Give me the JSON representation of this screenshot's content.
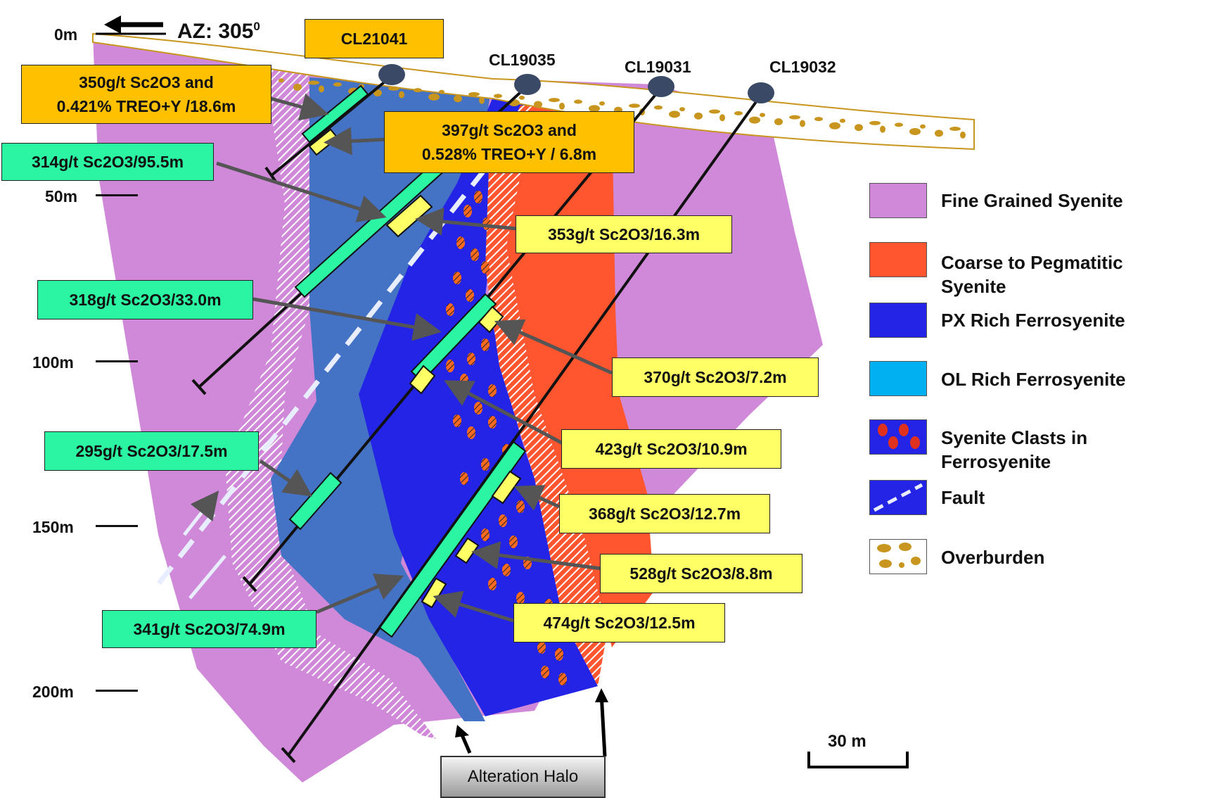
{
  "header": {
    "zero_label": "0m",
    "azimuth_label": "AZ: 305",
    "azimuth_sup": "0"
  },
  "depth_scale": [
    "50m",
    "100m",
    "150m",
    "200m"
  ],
  "drill_holes": [
    {
      "name": "CL21041",
      "highlighted": true
    },
    {
      "name": "CL19035",
      "highlighted": false
    },
    {
      "name": "CL19031",
      "highlighted": false
    },
    {
      "name": "CL19032",
      "highlighted": false
    }
  ],
  "intercepts": {
    "orange_1": "350g/t Sc2O3 and\n0.421% TREO+Y /18.6m",
    "orange_2": "397g/t Sc2O3 and\n0.528% TREO+Y / 6.8m",
    "green_1": "314g/t Sc2O3/95.5m",
    "green_2": "318g/t Sc2O3/33.0m",
    "green_3": "295g/t Sc2O3/17.5m",
    "green_4": "341g/t Sc2O3/74.9m",
    "yellow_1": "353g/t Sc2O3/16.3m",
    "yellow_2": "370g/t Sc2O3/7.2m",
    "yellow_3": "423g/t Sc2O3/10.9m",
    "yellow_4": "368g/t Sc2O3/12.7m",
    "yellow_5": "528g/t Sc2O3/8.8m",
    "yellow_6": "474g/t Sc2O3/12.5m"
  },
  "legend": [
    {
      "label": "Fine Grained Syenite",
      "color": "#D088D8"
    },
    {
      "label": "Coarse to Pegmatitic\nSyenite",
      "color": "#FF5630"
    },
    {
      "label": "PX Rich Ferrosyenite",
      "color": "#2424E6"
    },
    {
      "label": "OL Rich Ferrosyenite",
      "color": "#00B0F0"
    },
    {
      "label": "Syenite Clasts in\nFerrosyenite",
      "color": "#2424E6"
    },
    {
      "label": "Fault",
      "color": "#2424E6"
    },
    {
      "label": "Overburden",
      "color": "#ffffff"
    }
  ],
  "annotations": {
    "alteration_halo": "Alteration Halo",
    "scale_bar": "30 m"
  },
  "colors": {
    "fine_grained_syenite": "#D088D8",
    "pegmatitic_syenite": "#FF5630",
    "px_ferrosyenite": "#2424E6",
    "ol_ferrosyenite": "#4472C4",
    "overburden": "#C8961E",
    "orange_label": "#FFC000",
    "green_label": "#2BF5A3",
    "yellow_label": "#FFFF66"
  }
}
